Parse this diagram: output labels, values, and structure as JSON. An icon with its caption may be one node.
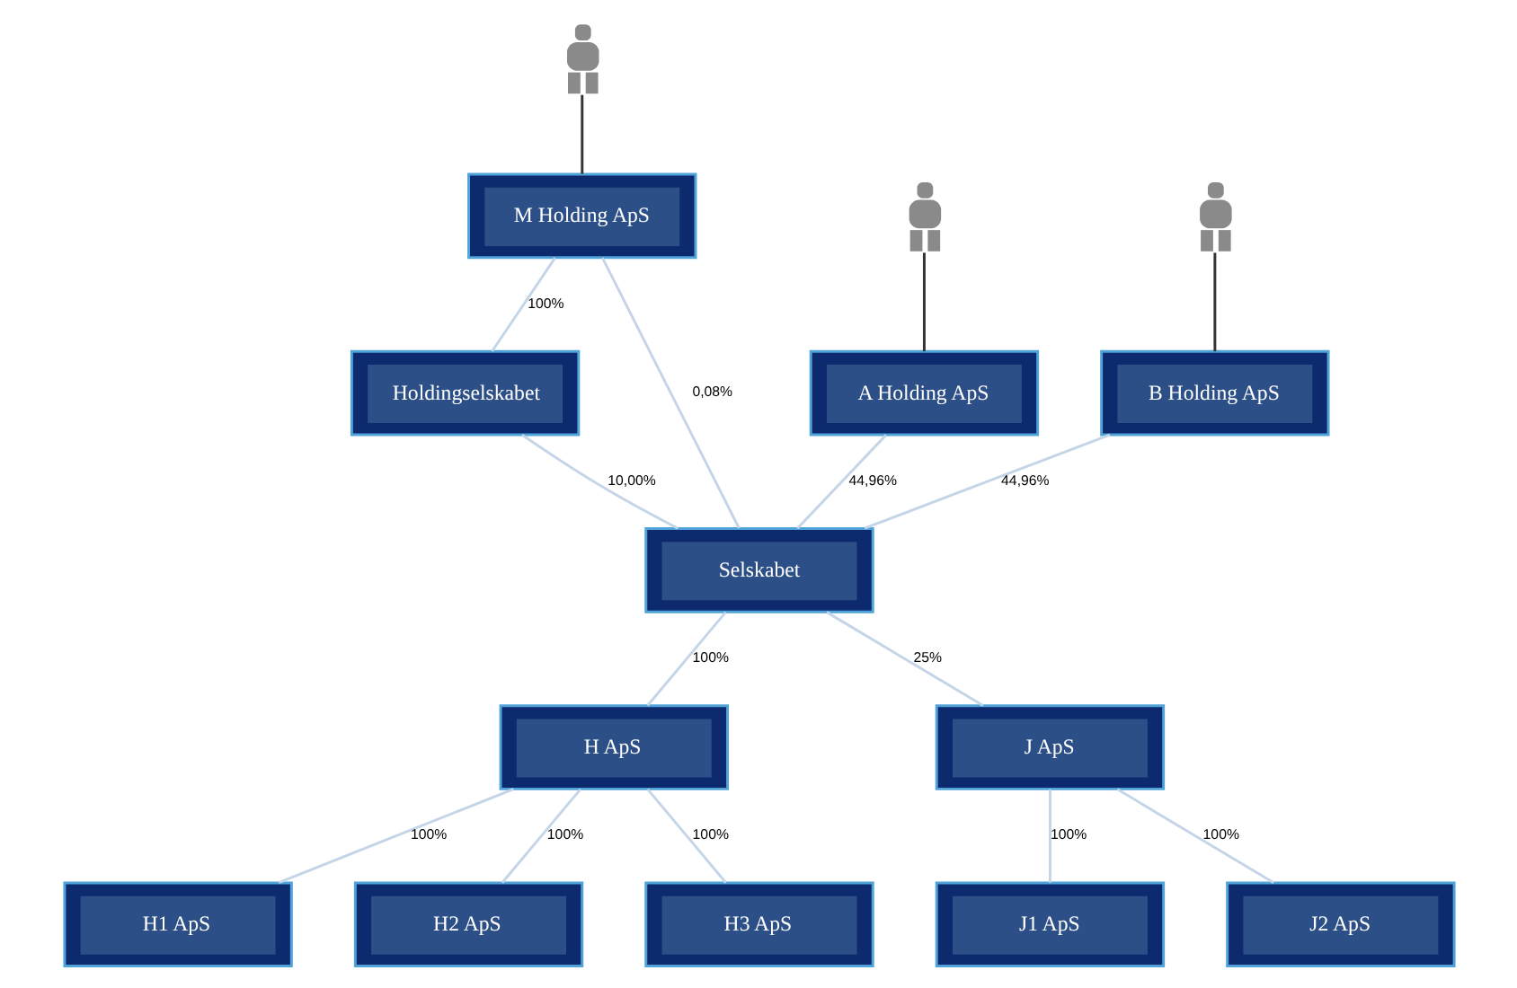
{
  "diagram": {
    "nodes": [
      {
        "text": [],
        "shape": "person"
      },
      {
        "text": [],
        "shape": "person"
      },
      {
        "text": [],
        "shape": "person"
      },
      {
        "text": [
          "M Holding ApS"
        ]
      },
      {
        "text": [
          "A Holding ApS"
        ]
      },
      {
        "text": [
          "B Holding ApS"
        ]
      },
      {
        "text": [
          "Holdingselskabet"
        ]
      },
      {
        "text": [
          "Selskabet"
        ]
      },
      {
        "text": [
          "H ApS"
        ]
      },
      {
        "text": [
          "J ApS"
        ]
      },
      {
        "text": [
          "H1 ApS"
        ]
      },
      {
        "text": [
          "H2 ApS"
        ]
      },
      {
        "text": [
          "H3 ApS"
        ]
      },
      {
        "text": [
          "J1 ApS"
        ]
      },
      {
        "text": [
          "J2 ApS"
        ]
      }
    ],
    "edges": [
      {
        "from": 0,
        "to": 3,
        "arrow": "none",
        "color": "#333333"
      },
      {
        "from": 1,
        "to": 4,
        "arrow": "none",
        "color": "#333333"
      },
      {
        "from": 2,
        "to": 5,
        "arrow": "none",
        "color": "#333333"
      },
      {
        "from": 3,
        "to": 6,
        "arrow": "none",
        "label": "100%"
      },
      {
        "from": 3,
        "to": 7,
        "arrow": "none",
        "label": "0,08%"
      },
      {
        "from": 4,
        "to": 7,
        "arrow": "none",
        "label": "44,96%"
      },
      {
        "from": 5,
        "to": 7,
        "arrow": "none",
        "label": "44,96%"
      },
      {
        "from": 6,
        "to": 7,
        "arrow": "none",
        "label": "10,00%"
      },
      {
        "from": 7,
        "to": 8,
        "arrow": "none",
        "label": "100%"
      },
      {
        "from": 7,
        "to": 9,
        "arrow": "none",
        "label": "25%"
      },
      {
        "from": 8,
        "to": 10,
        "arrow": "none",
        "label": "100%"
      },
      {
        "from": 8,
        "to": 11,
        "arrow": "none",
        "label": "100%"
      },
      {
        "from": 8,
        "to": 12,
        "arrow": "none",
        "label": "100%"
      },
      {
        "from": 9,
        "to": 13,
        "arrow": "none",
        "label": "100%"
      },
      {
        "from": 9,
        "to": 14,
        "arrow": "none",
        "label": "100%"
      }
    ]
  }
}
